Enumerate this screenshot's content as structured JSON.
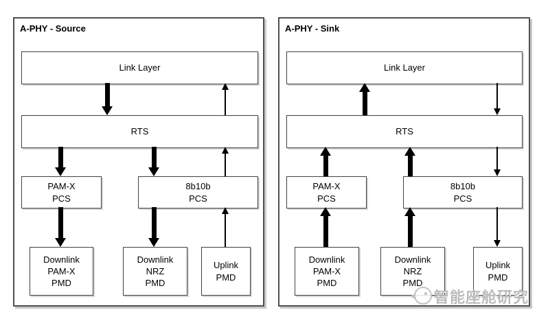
{
  "colors": {
    "panel_border": "#4f4f4f",
    "box_border": "#404040",
    "arrow": "#000000",
    "watermark_gray": "#bcbcbc",
    "background": "#ffffff"
  },
  "panels": {
    "source": {
      "title": "A-PHY - Source"
    },
    "sink": {
      "title": "A-PHY - Sink"
    }
  },
  "labels": {
    "link_layer": "Link Layer",
    "rts": "RTS",
    "pam_pcs": {
      "l1": "PAM-X",
      "l2": "PCS"
    },
    "b8b10b_pcs": {
      "l1": "8b10b",
      "l2": "PCS"
    },
    "dl_pam_pmd": {
      "l1": "Downlink",
      "l2": "PAM-X",
      "l3": "PMD"
    },
    "dl_nrz_pmd": {
      "l1": "Downlink",
      "l2": "NRZ",
      "l3": "PMD"
    },
    "uplink_pmd": {
      "l1": "Uplink",
      "l2": "PMD"
    }
  },
  "connections": {
    "source": [
      {
        "from": "Link Layer",
        "to": "RTS",
        "style": "thick-down"
      },
      {
        "from": "RTS",
        "to": "Link Layer",
        "style": "thin-up"
      },
      {
        "from": "RTS",
        "to": "PAM-X PCS",
        "style": "thick-down"
      },
      {
        "from": "RTS",
        "to": "8b10b PCS",
        "style": "thick-down"
      },
      {
        "from": "8b10b PCS",
        "to": "RTS",
        "style": "thin-up"
      },
      {
        "from": "PAM-X PCS",
        "to": "Downlink PAM-X PMD",
        "style": "thick-down"
      },
      {
        "from": "8b10b PCS",
        "to": "Downlink NRZ PMD",
        "style": "thick-down"
      },
      {
        "from": "Uplink PMD",
        "to": "8b10b PCS",
        "style": "thin-up"
      }
    ],
    "sink": [
      {
        "from": "RTS",
        "to": "Link Layer",
        "style": "thick-up"
      },
      {
        "from": "Link Layer",
        "to": "RTS",
        "style": "thin-down"
      },
      {
        "from": "PAM-X PCS",
        "to": "RTS",
        "style": "thick-up"
      },
      {
        "from": "8b10b PCS",
        "to": "RTS",
        "style": "thick-up"
      },
      {
        "from": "RTS",
        "to": "8b10b PCS",
        "style": "thin-down"
      },
      {
        "from": "Downlink PAM-X PMD",
        "to": "PAM-X PCS",
        "style": "thick-up"
      },
      {
        "from": "Downlink NRZ PMD",
        "to": "8b10b PCS",
        "style": "thick-up"
      },
      {
        "from": "8b10b PCS",
        "to": "Uplink PMD",
        "style": "thin-down"
      }
    ]
  },
  "watermark": {
    "icon": "chick-mascot-logo",
    "text": "智能座舱研究"
  }
}
